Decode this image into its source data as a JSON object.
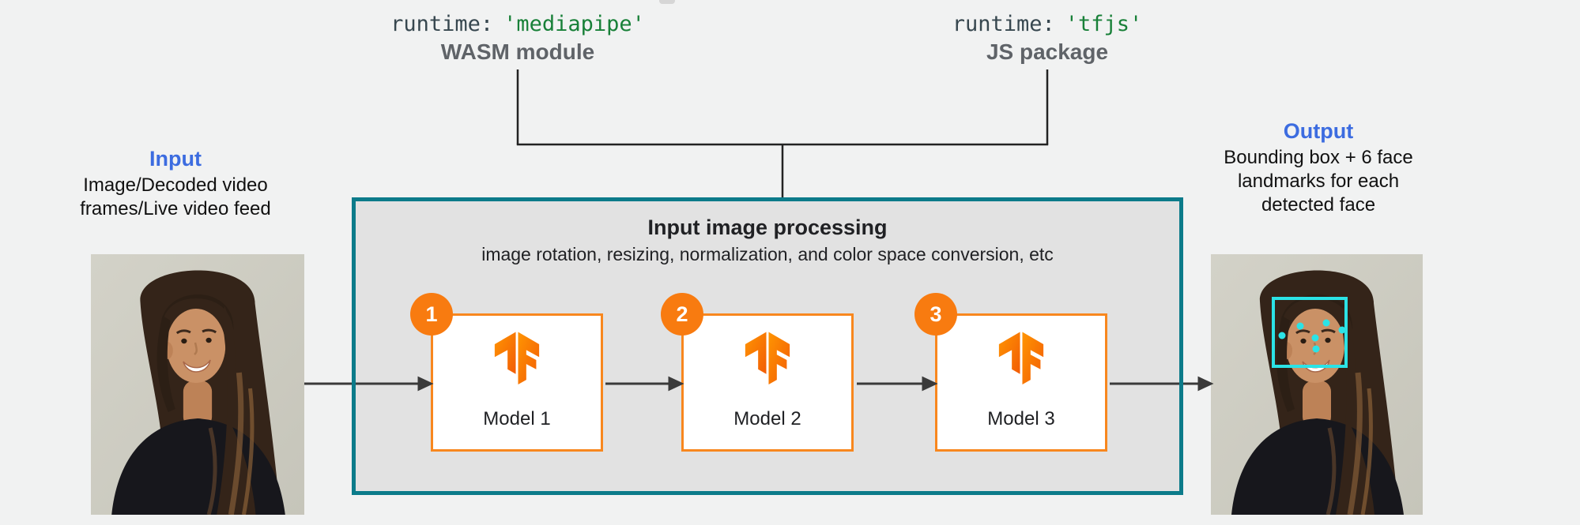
{
  "header": {
    "mediapipe": {
      "code_keyword": "runtime:",
      "code_value": "'mediapipe'",
      "caption": "WASM module"
    },
    "tfjs": {
      "code_keyword": "runtime:",
      "code_value": "'tfjs'",
      "caption": "JS package"
    }
  },
  "input_block": {
    "title": "Input",
    "lines": [
      "Image/Decoded video",
      "frames/Live video feed"
    ]
  },
  "output_block": {
    "title": "Output",
    "lines": [
      "Bounding box + 6 face",
      "landmarks for each",
      "detected face"
    ]
  },
  "processing_box": {
    "title": "Input image processing",
    "subtitle": "image rotation, resizing, normalization, and color space conversion, etc"
  },
  "models": [
    {
      "badge": "1",
      "label": "Model 1",
      "icon": "tensorflow-logo"
    },
    {
      "badge": "2",
      "label": "Model 2",
      "icon": "tensorflow-logo"
    },
    {
      "badge": "3",
      "label": "Model 3",
      "icon": "tensorflow-logo"
    }
  ],
  "colors": {
    "page-bg": "#f1f2f2",
    "accent-blue": "#3c6ce0",
    "teal-border": "#0c7b8a",
    "box-fill": "#e2e2e2",
    "orange": "#f8871e",
    "badge-orange": "#f87b10",
    "code-green": "#188038",
    "code-dark": "#37474f",
    "caption-gray": "#5f6368",
    "arrow": "#3a3a3a",
    "landmark-cyan": "#2be3e6",
    "text-dark": "#202124"
  }
}
